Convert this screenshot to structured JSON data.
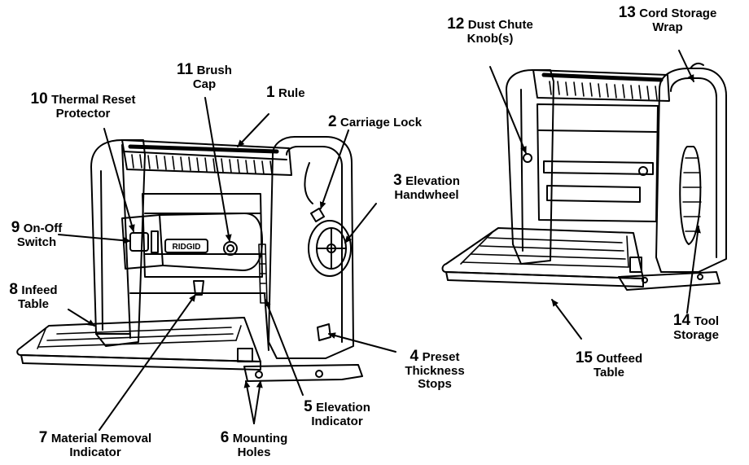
{
  "callouts": [
    {
      "num": "1",
      "line1": "Rule",
      "line2": ""
    },
    {
      "num": "2",
      "line1": "Carriage Lock",
      "line2": ""
    },
    {
      "num": "3",
      "line1": "Elevation",
      "line2": "Handwheel"
    },
    {
      "num": "4",
      "line1": "Preset",
      "line2": "Thickness Stops"
    },
    {
      "num": "5",
      "line1": "Elevation",
      "line2": "Indicator"
    },
    {
      "num": "6",
      "line1": "Mounting",
      "line2": "Holes"
    },
    {
      "num": "7",
      "line1": "Material Removal",
      "line2": "Indicator"
    },
    {
      "num": "8",
      "line1": "Infeed",
      "line2": "Table"
    },
    {
      "num": "9",
      "line1": "On-Off",
      "line2": "Switch"
    },
    {
      "num": "10",
      "line1": "Thermal Reset",
      "line2": "Protector"
    },
    {
      "num": "11",
      "line1": "Brush",
      "line2": "Cap"
    },
    {
      "num": "12",
      "line1": "Dust Chute",
      "line2": "Knob(s)"
    },
    {
      "num": "13",
      "line1": "Cord Storage",
      "line2": "Wrap"
    },
    {
      "num": "14",
      "line1": "Tool",
      "line2": "Storage"
    },
    {
      "num": "15",
      "line1": "Outfeed",
      "line2": "Table"
    }
  ],
  "brand_badge": "RIDGID"
}
